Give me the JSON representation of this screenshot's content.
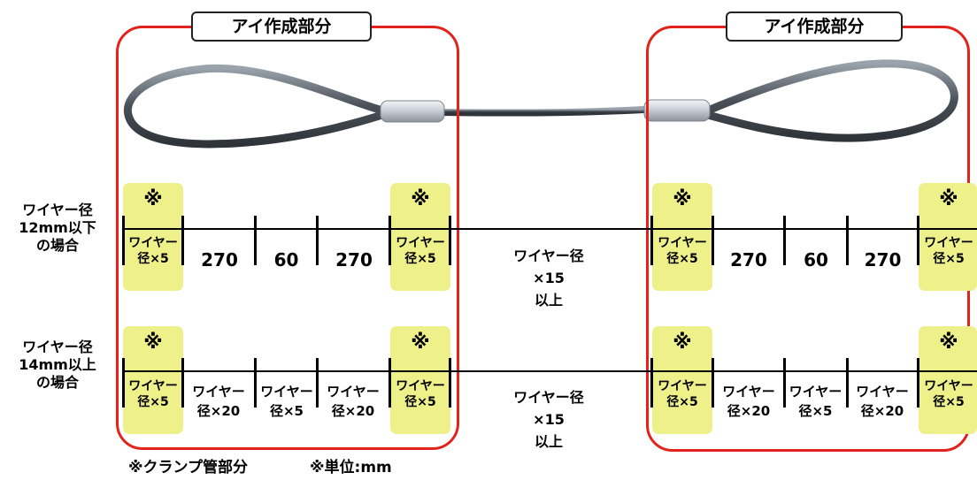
{
  "eye_section_label": "アイ作成部分",
  "clamp_mark": "※",
  "clamp_label": "ワイヤー\n径×5",
  "row1": {
    "label": "ワイヤー径\n12mm以下\nの場合",
    "segments": [
      "270",
      "60",
      "270"
    ],
    "middle": "ワイヤー径\n×15\n以上"
  },
  "row2": {
    "label": "ワイヤー径\n14mm以上\nの場合",
    "segments": [
      "ワイヤー\n径×20",
      "ワイヤー\n径×5",
      "ワイヤー\n径×20"
    ],
    "middle": "ワイヤー径\n×15\n以上"
  },
  "notes": {
    "clamp": "※クランプ管部分",
    "unit": "※単位:mm"
  },
  "colors": {
    "outline": "#e3231b",
    "highlight": "#eef08a"
  }
}
